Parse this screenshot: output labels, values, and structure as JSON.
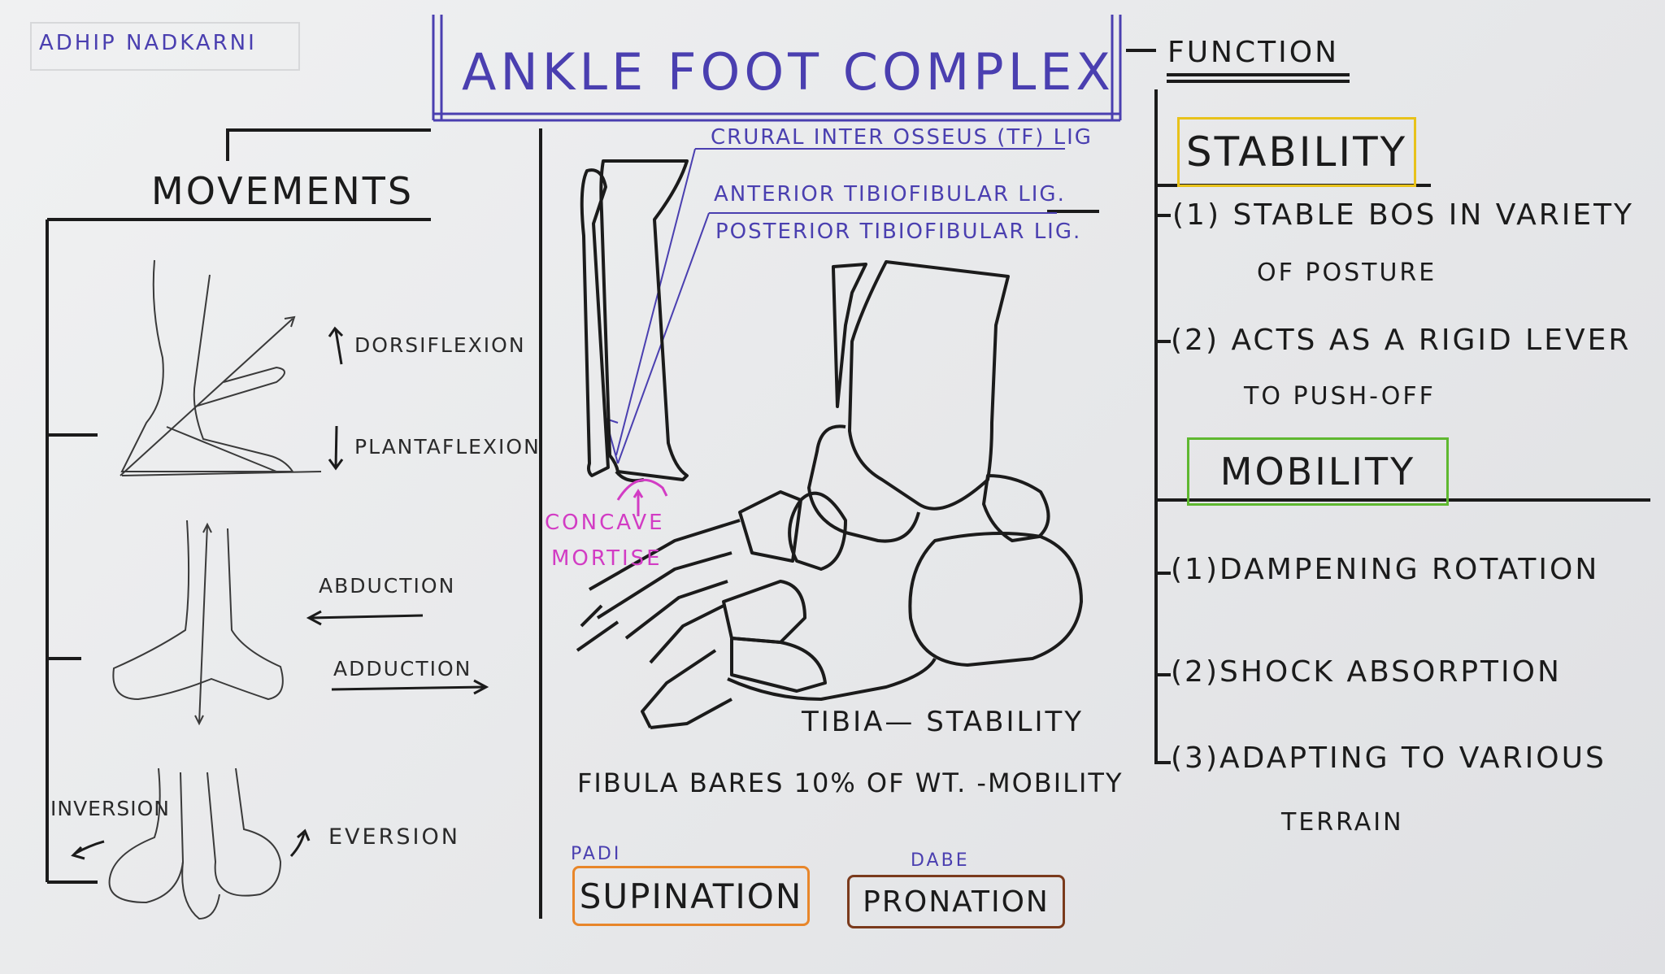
{
  "author": "ADHIP NADKARNI",
  "title": "ANKLE FOOT COMPLEX",
  "movements": {
    "heading": "MOVEMENTS",
    "dorsiflexion": "DORSIFLEXION",
    "plantaflexion": "PLANTAFLEXION",
    "abduction": "ABDUCTION",
    "adduction": "ADDUCTION",
    "inversion": "INVERSION",
    "eversion": "EVERSION"
  },
  "anatomy": {
    "lig1": "CRURAL INTER OSSEUS (TF) LIG",
    "lig2": "ANTERIOR TIBIOFIBULAR LIG.",
    "lig3": "POSTERIOR TIBIOFIBULAR LIG.",
    "concave1": "CONCAVE",
    "concave2": "MORTISE",
    "tibia": "TIBIA— STABILITY",
    "fibula": "FIBULA BARES 10% OF WT. -MOBILITY",
    "padi": "PADI",
    "supination": "SUPINATION",
    "dabe": "DABE",
    "pronation": "PRONATION"
  },
  "function": {
    "heading": "FUNCTION",
    "stability": "STABILITY",
    "s1_line1": "(1) STABLE BOS IN VARIETY",
    "s1_line2": "OF POSTURE",
    "s2_line1": "(2) ACTS AS A RIGID LEVER",
    "s2_line2": "TO PUSH-OFF",
    "mobility": "MOBILITY",
    "m1": "(1)DAMPENING ROTATION",
    "m2": "(2)SHOCK ABSORPTION",
    "m3_line1": "(3)ADAPTING TO VARIOUS",
    "m3_line2": "TERRAIN"
  },
  "colors": {
    "ink": "#1b1b1b",
    "blue": "#4a3fb0",
    "pink": "#d23cc4",
    "yellow": "#e8c21a",
    "green": "#5fb830",
    "orange": "#e8862a",
    "brown": "#7a3a1c"
  }
}
